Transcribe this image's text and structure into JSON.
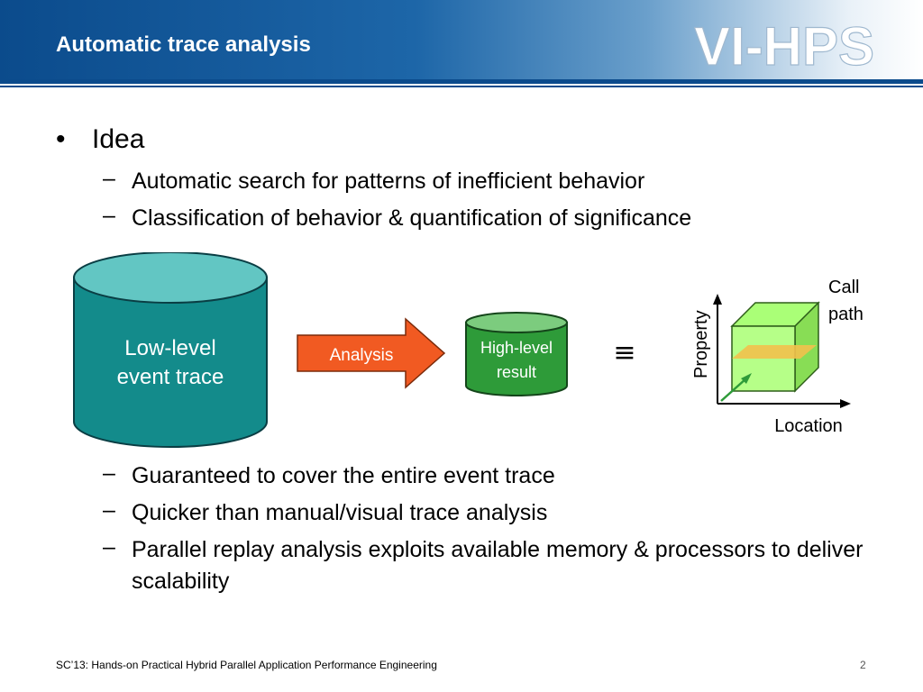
{
  "header": {
    "title": "Automatic trace analysis",
    "logo_text": "VI-HPS",
    "colors": {
      "primary": "#0b4b8c",
      "logo_fill": "#ffffff"
    }
  },
  "content": {
    "bullet": "Idea",
    "bullet_mark": "•",
    "dash": "–",
    "sub_bullets_top": [
      "Automatic search for patterns of inefficient behavior",
      "Classification of behavior & quantification of significance"
    ],
    "sub_bullets_bottom": [
      "Guaranteed to cover the entire event trace",
      "Quicker than manual/visual trace analysis",
      "Parallel replay analysis exploits available memory & processors to deliver scalability"
    ]
  },
  "diagram": {
    "input_line1": "Low-level",
    "input_line2": "event trace",
    "arrow_label": "Analysis",
    "result_line1": "High-level",
    "result_line2": "result",
    "equiv_symbol": "≡",
    "axis_y": "Property",
    "axis_x": "Location",
    "axis_z_line1": "Call",
    "axis_z_line2": "path",
    "colors": {
      "trace_cylinder": "#138b8b",
      "trace_top": "#62c6c3",
      "arrow": "#f15a22",
      "result_cylinder": "#2e9b39",
      "result_top": "#7ccc7e",
      "cube": "#aaff77",
      "slice": "#f2c14d"
    }
  },
  "footer": {
    "text": "SC’13: Hands-on Practical Hybrid Parallel Application Performance Engineering",
    "page": "2"
  }
}
